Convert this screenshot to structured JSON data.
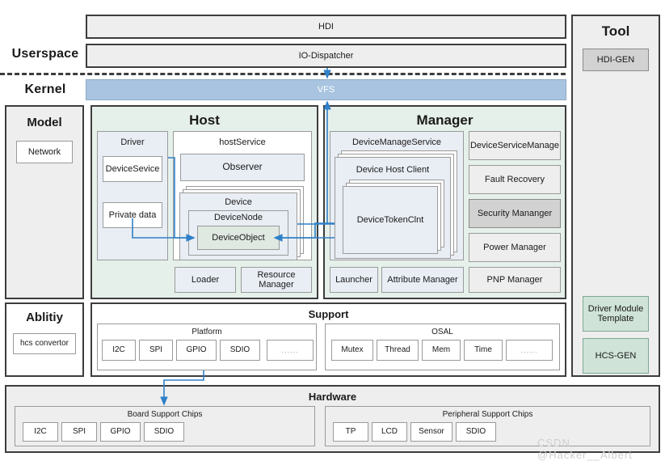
{
  "layers": {
    "userspace_label": "Userspace",
    "kernel_label": "Kernel",
    "hdi": "HDI",
    "io_dispatcher": "IO-Dispatcher",
    "vfs": "VFS"
  },
  "tool": {
    "title": "Tool",
    "items": [
      {
        "label": "HDI-GEN",
        "style": "grey"
      },
      {
        "label": "Driver Module\nTemplate",
        "style": "mint"
      },
      {
        "label": "HCS-GEN",
        "style": "mint"
      }
    ],
    "hdi_gen": "HDI-GEN",
    "driver_module_template_line1": "Driver Module",
    "driver_module_template_line2": "Template",
    "hcs_gen": "HCS-GEN"
  },
  "model": {
    "title": "Model",
    "items": [
      "Network"
    ],
    "network": "Network"
  },
  "ability": {
    "title": "Ablitiy",
    "items": [
      "hcs convertor"
    ],
    "hcs_convertor": "hcs convertor"
  },
  "host": {
    "title": "Host",
    "driver": {
      "title": "Driver",
      "device_service": "DeviceSevice",
      "private_data": "Private data"
    },
    "host_service": {
      "title": "hostService",
      "observer": "Observer",
      "device": "Device",
      "device_node": "DeviceNode",
      "device_object": "DeviceObject"
    },
    "loader": "Loader",
    "resource_manager_line1": "Resource",
    "resource_manager_line2": "Manager"
  },
  "manager": {
    "title": "Manager",
    "device_manage_service": {
      "title": "DeviceManageService",
      "device_host_client": "Device Host Client",
      "device_token_clnt": "DeviceTokenClnt"
    },
    "bottom_row": [
      "Launcher",
      "Attribute Manager"
    ],
    "launcher": "Launcher",
    "attribute_manager": "Attribute Manager",
    "right_column": [
      {
        "label": "DeviceServiceManage",
        "style": "normal"
      },
      {
        "label": "Fault Recovery",
        "style": "normal"
      },
      {
        "label": "Security Mananger",
        "style": "highlight"
      },
      {
        "label": "Power Manager",
        "style": "normal"
      },
      {
        "label": "PNP Manager",
        "style": "normal"
      }
    ],
    "device_service_manage": "DeviceServiceManage",
    "fault_recovery": "Fault Recovery",
    "security_mananger": "Security Mananger",
    "power_manager": "Power Manager",
    "pnp_manager": "PNP Manager"
  },
  "support": {
    "title": "Support",
    "platform": {
      "title": "Platform",
      "items": [
        "I2C",
        "SPI",
        "GPIO",
        "SDIO",
        "......"
      ]
    },
    "osal": {
      "title": "OSAL",
      "items": [
        "Mutex",
        "Thread",
        "Mem",
        "Time",
        "......"
      ]
    }
  },
  "hardware": {
    "title": "Hardware",
    "board_support": {
      "title": "Board Support Chips",
      "items": [
        "I2C",
        "SPI",
        "GPIO",
        "SDIO"
      ]
    },
    "peripheral_support": {
      "title": "Peripheral Support Chips",
      "items": [
        "TP",
        "LCD",
        "Sensor",
        "SDIO"
      ]
    }
  },
  "watermark": "CSDN @Hacker__Albert",
  "colors": {
    "vfs_fill": "#a8c4e0",
    "green_panel": "#e6f0ea",
    "blue_cell": "#e9eef5",
    "mint_cell": "#cfe3d8",
    "highlight_cell": "#d2d2d2",
    "arrow": "#2f80c8",
    "border": "#3d3d3d"
  }
}
